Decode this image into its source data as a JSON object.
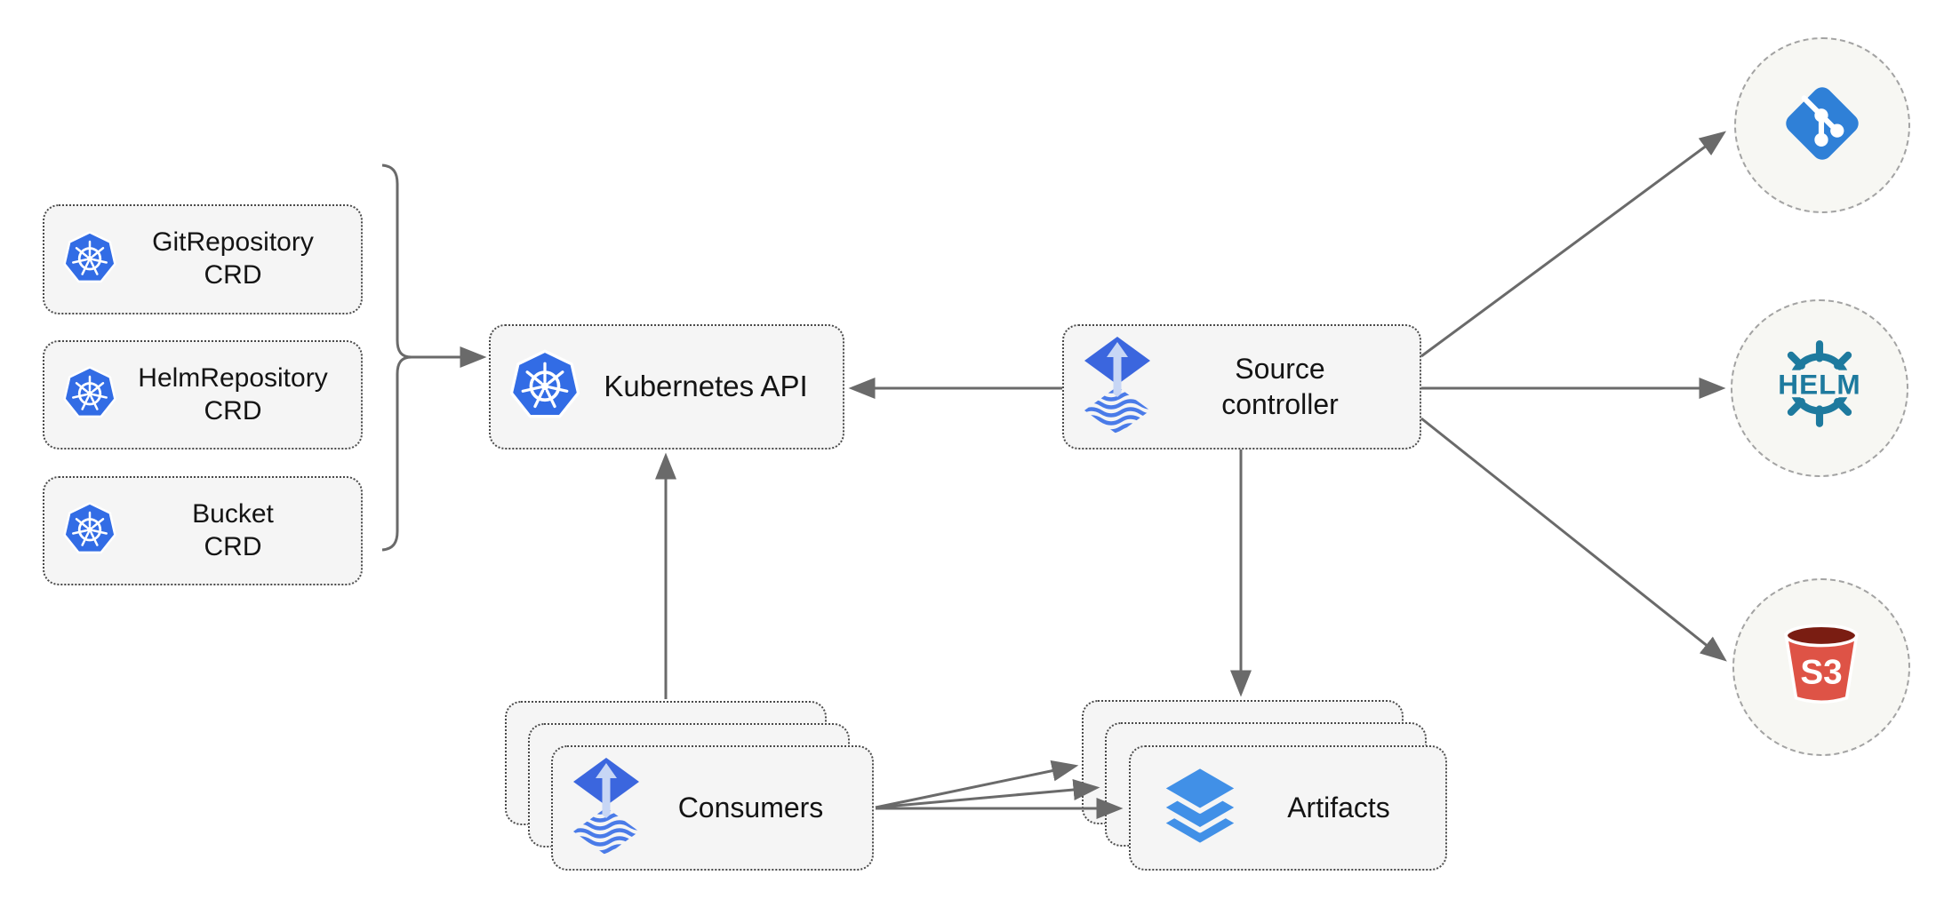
{
  "diagram": {
    "crd_boxes": [
      {
        "line1": "GitRepository",
        "line2": "CRD"
      },
      {
        "line1": "HelmRepository",
        "line2": "CRD"
      },
      {
        "line1": "Bucket",
        "line2": "CRD"
      }
    ],
    "kubernetes_api": {
      "label": "Kubernetes API"
    },
    "source_controller": {
      "line1": "Source",
      "line2": "controller"
    },
    "consumers": {
      "label": "Consumers"
    },
    "artifacts": {
      "label": "Artifacts"
    },
    "externals": {
      "helm": {
        "label": "HELM"
      },
      "s3": {
        "label": "S3"
      }
    },
    "colors": {
      "kubernetes_blue": "#326CE5",
      "flux_blue": "#3B66DE",
      "flux_stripe_blue": "#4A7BE8",
      "flux_arrow_light": "#C7D6F5",
      "layers_blue": "#4190E7",
      "git_blue": "#2F80D7",
      "helm_teal": "#1E7A9E",
      "s3_red": "#DE5346",
      "s3_dark_red": "#7A1D12",
      "arrow_gray": "#6a6a6a",
      "node_fill": "#f5f5f5",
      "node_border": "#4a4a4a",
      "circle_fill": "#f7f7f3",
      "circle_border": "#a3a3a3",
      "text_color": "#141414"
    }
  }
}
